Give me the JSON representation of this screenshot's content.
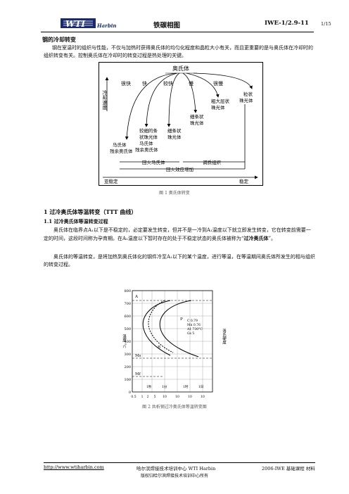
{
  "header": {
    "logo_text": "WTI",
    "logo_sub": "Harbin",
    "title": "铁碳相图",
    "code": "IWE-1/2.9-11",
    "page": "1/15"
  },
  "section": {
    "title": "钢的冷却转变",
    "intro": "钢在室温时的组织与性能，不仅与加热时获得奥氏体的均匀化程度和晶粒大小有关，而且更重要的是与奥氏体在冷却时的组织转变有关。控制奥氏体在冷却时的转变过程是热处理的关键。"
  },
  "figure1": {
    "top_label": "奥氏体",
    "axis_label": "冷却速度",
    "speeds": [
      "很快",
      "快",
      "较快",
      "慢",
      "很慢"
    ],
    "products": {
      "pearlite": "粒状\n珠光体",
      "lamellar": "粗大\n层状\n珠光体",
      "fine_pearlite": "细条\n状珠\n光体",
      "bainite": "细条状\n珠光体",
      "trooste": "较细的条\n状珠光体\n马氏体\n残余奥氏体",
      "martensite": "马氏体\n残余奥氏体"
    },
    "bars": {
      "tempered_m": "回火马氏体",
      "tempering": "调质组织",
      "temper_effect": "回火效应增加"
    },
    "bottom_left": "亚稳定",
    "bottom_right": "稳定",
    "caption": "图 1 奥氏体转变"
  },
  "section1": {
    "title": "1 过冷奥氏体等温转变（TTT 曲线）",
    "sub": "1.1 过冷奥氏体等温转变过程",
    "para1_a": "奥氏体在临界点A₁以下是不稳定的，必定要发生转变，但并不是一冷到A₁温度以下就立即发生转变，它在转变前需要一定的时间，这段时间称为孕育期。在A₁温度以下暂时存在的处于不稳定状态的奥氏体被称为“",
    "para1_bold": "过冷奥氏体",
    "para1_b": "”。",
    "para2": "奥氏体的等温转变，是将加热到奥氏体化的钢件冷至A₁以下的某个温度，进行等温，在等温期间奥氏体所发生的相与组织的转变过程。"
  },
  "figure2": {
    "ylabel": "温度 °C",
    "ylabel_right": "洛氏硬度",
    "y_ticks": [
      "800",
      "700",
      "600",
      "500",
      "400",
      "300",
      "200",
      "100",
      "0"
    ],
    "x_ticks": [
      "0.5",
      "1",
      "2",
      "5",
      "10",
      "10",
      "10",
      "10"
    ],
    "x_units": [
      "1秒",
      "1分",
      "1时",
      "1日"
    ],
    "composition": [
      "C  0.79",
      "Mn 0.76",
      "A1 730°C",
      "Gs  5"
    ],
    "labels": [
      "A",
      "P",
      "B",
      "Ms",
      "Mf"
    ],
    "caption": "图 2 共析钢过冷奥氏体等温转变图"
  },
  "footer": {
    "url": "http://www.wtiharbin.com",
    "org": "哈尔滨焊接技术培训中心 WTI Harbin",
    "course": "2006-IWE 基础课程 材料",
    "copyright": "版权归哈尔滨焊接技术培训中心所有"
  }
}
